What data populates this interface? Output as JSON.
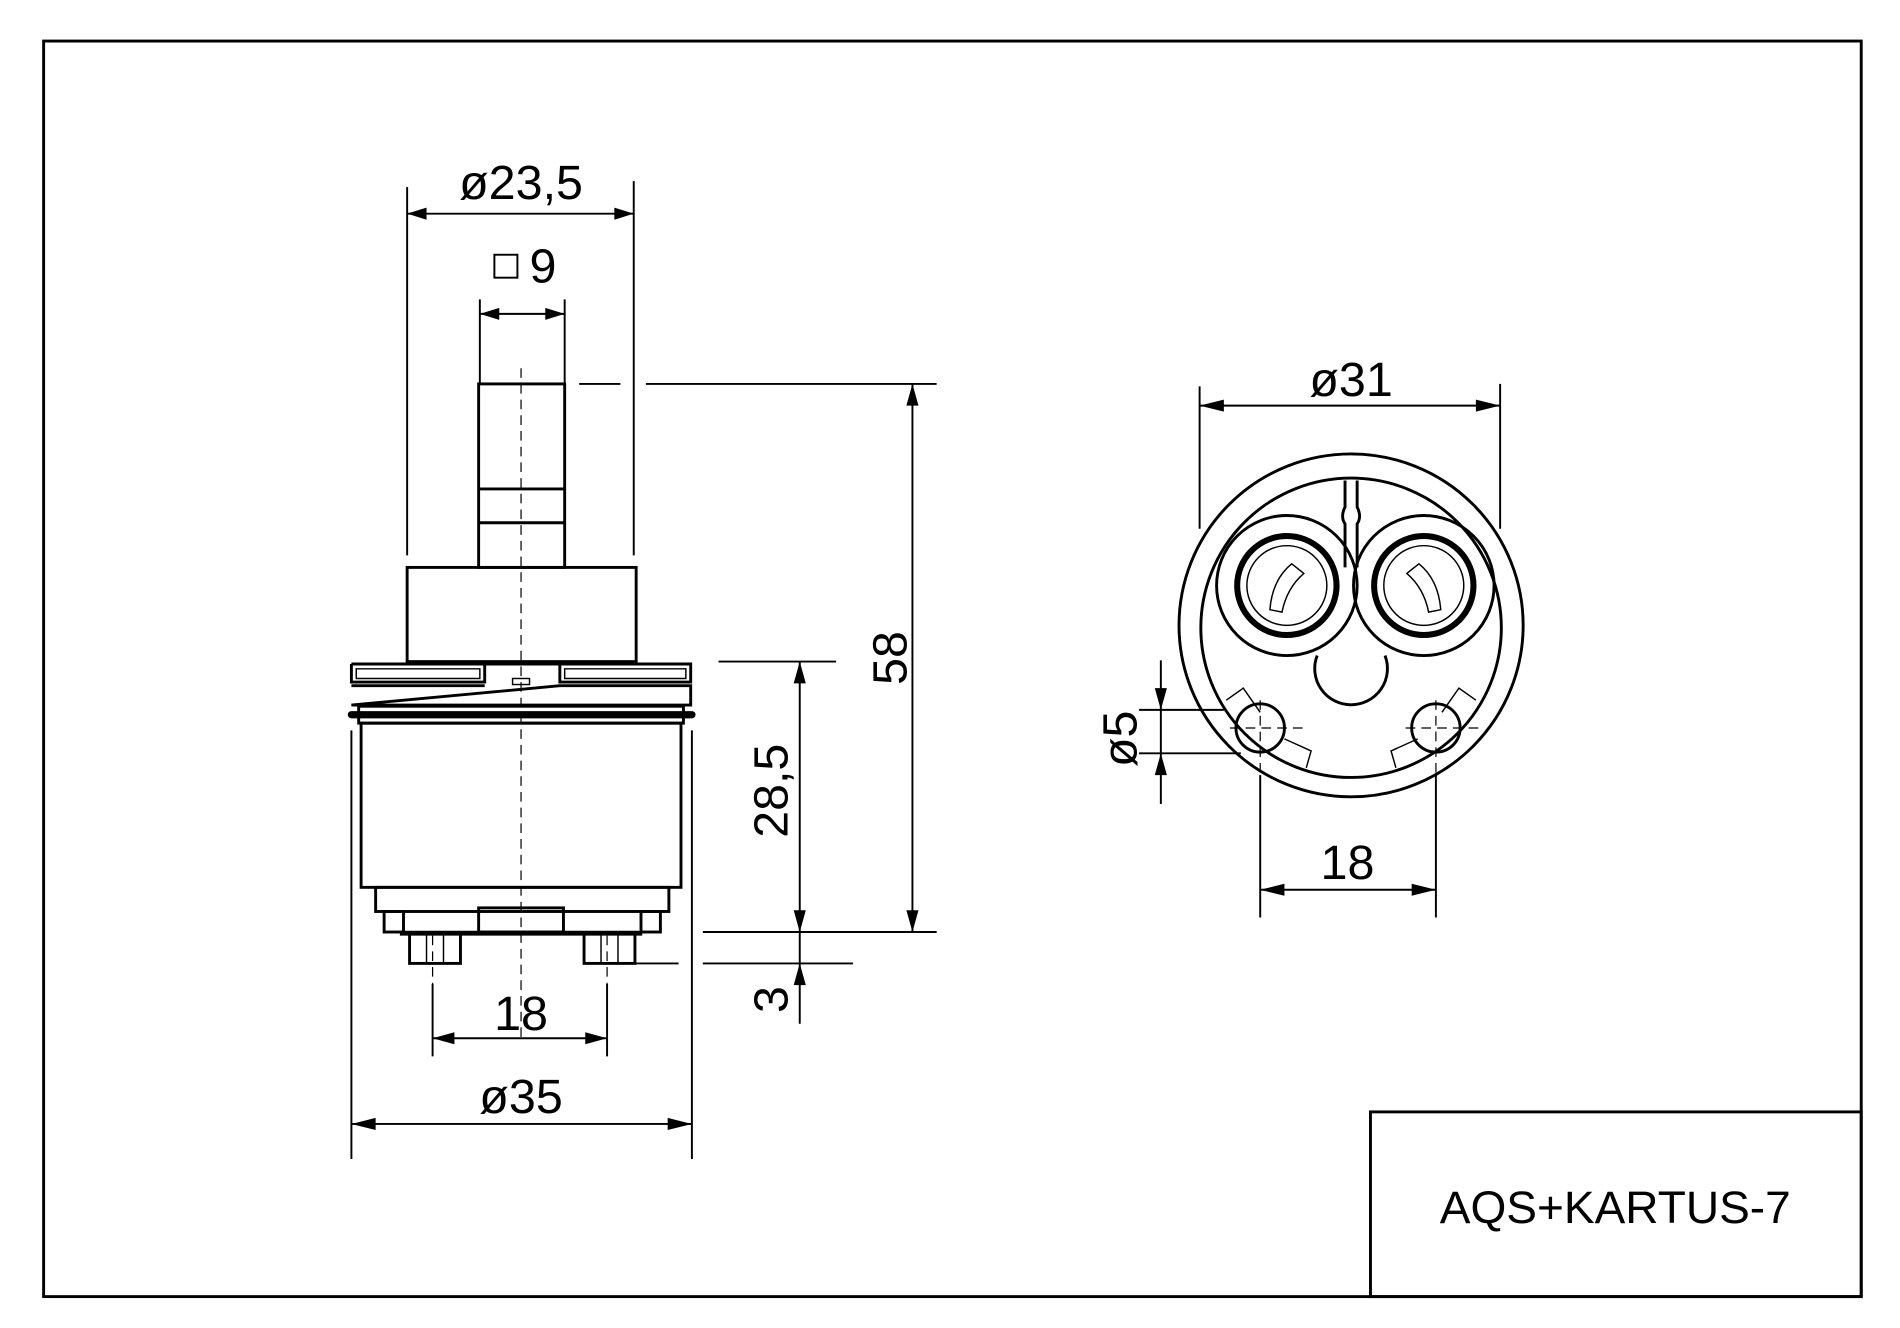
{
  "title_block": {
    "part_name": "AQS+KARTUS-7"
  },
  "side_view": {
    "stem_diameter": "ø23,5",
    "square_drive": "9",
    "total_height": "58",
    "body_height": "28,5",
    "pin_height": "3",
    "pin_spacing": "18",
    "body_diameter": "ø35"
  },
  "bottom_view": {
    "outer_diameter": "ø31",
    "pin_diameter": "ø5",
    "pin_spacing": "18"
  },
  "colors": {
    "line": "#000000",
    "background": "#ffffff"
  }
}
